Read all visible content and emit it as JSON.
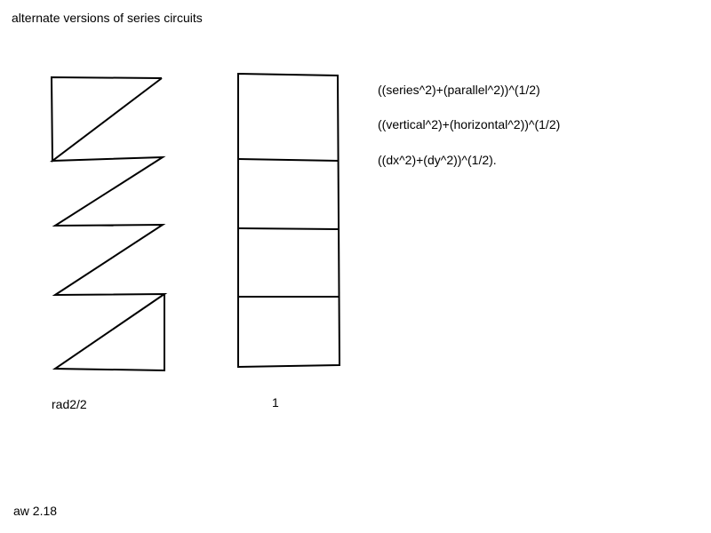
{
  "title": "alternate versions of series circuits",
  "equations": [
    "((series^2)+(parallel^2))^(1/2)",
    "((vertical^2)+(horizontal^2))^(1/2)",
    "((dx^2)+(dy^2))^(1/2)."
  ],
  "left_figure": {
    "label": "rad2/2"
  },
  "right_figure": {
    "label": "1"
  },
  "footer": "aw 2.18"
}
